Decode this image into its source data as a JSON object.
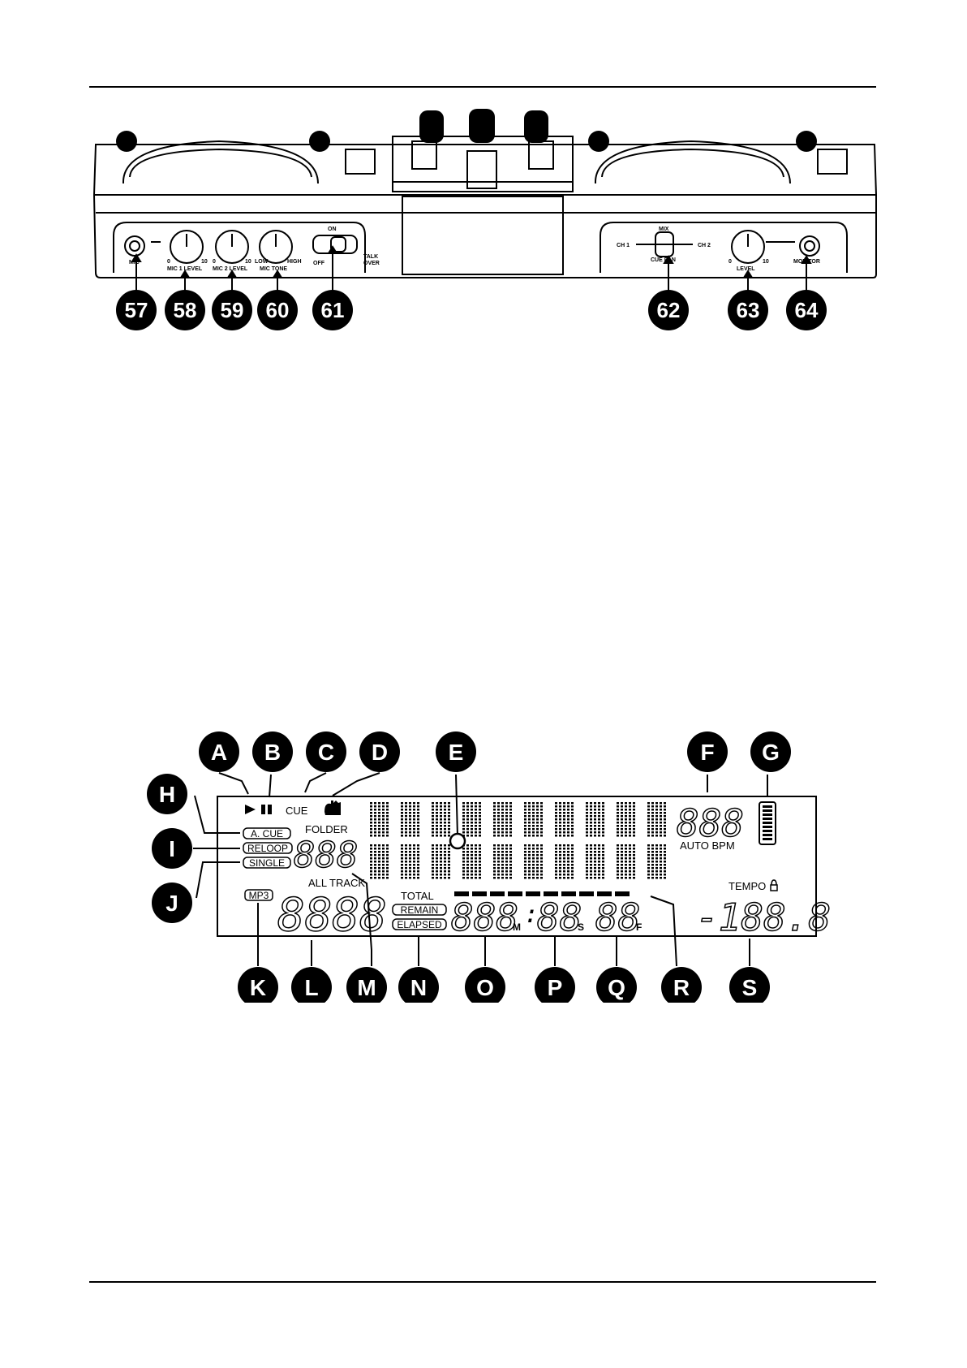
{
  "controller": {
    "labels": {
      "mic": "MIC",
      "mic1_level": "MIC 1 LEVEL",
      "mic2_level": "MIC 2 LEVEL",
      "mic_tone": "MIC TONE",
      "on": "ON",
      "off": "OFF",
      "talk": "TALK",
      "over": "OVER",
      "mix": "MIX",
      "ch1": "CH 1",
      "ch2": "CH 2",
      "cue_pan": "CUE PAN",
      "level": "LEVEL",
      "monitor": "MONITOR",
      "scale_min": "0",
      "scale_max": "10",
      "tone_low": "LOW",
      "tone_high": "HIGH"
    },
    "callouts": [
      "57",
      "58",
      "59",
      "60",
      "61",
      "62",
      "63",
      "64"
    ]
  },
  "lcd": {
    "status": {
      "cue": "CUE",
      "folder": "FOLDER",
      "all_track": "ALL TRACK",
      "total": "TOTAL",
      "auto_bpm": "AUTO BPM",
      "tempo": "TEMPO"
    },
    "boxed": {
      "a_cue": "A. CUE",
      "reloop": "RELOOP",
      "single": "SINGLE",
      "mp3": "MP3",
      "remain": "REMAIN",
      "elapsed": "ELAPSED"
    },
    "digits": {
      "folder": "888",
      "track": "8888",
      "minutes": "888",
      "seconds": "88",
      "frames": "88",
      "bpm": "888",
      "tempo": "-188.8",
      "colon": ":"
    },
    "units": {
      "m": "M",
      "s": "S",
      "f": "F"
    },
    "callouts": [
      "A",
      "B",
      "C",
      "D",
      "E",
      "F",
      "G",
      "H",
      "I",
      "J",
      "K",
      "L",
      "M",
      "N",
      "O",
      "P",
      "Q",
      "R",
      "S"
    ]
  }
}
